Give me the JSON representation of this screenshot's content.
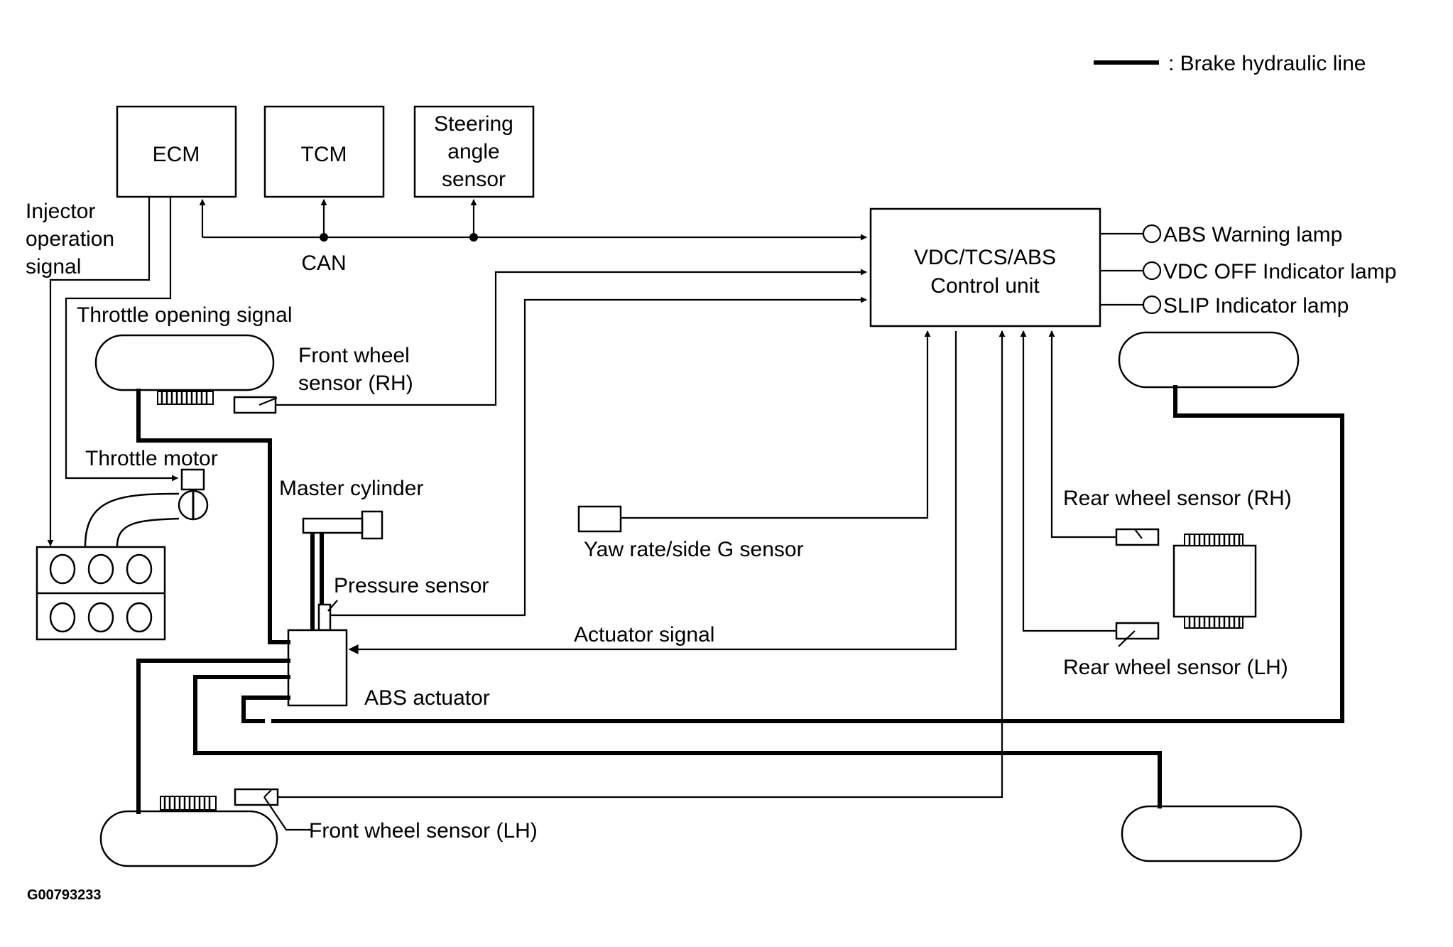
{
  "legend": {
    "brake_hydraulic_line": ": Brake hydraulic line"
  },
  "modules": {
    "ecm": "ECM",
    "tcm": "TCM",
    "steering_angle_sensor": [
      "Steering",
      "angle",
      "sensor"
    ],
    "control_unit": [
      "VDC/TCS/ABS",
      "Control unit"
    ],
    "abs_actuator": "ABS actuator"
  },
  "bus": {
    "can": "CAN"
  },
  "signals": {
    "injector_operation": [
      "Injector",
      "operation",
      "signal"
    ],
    "throttle_opening": "Throttle opening signal",
    "actuator": "Actuator signal"
  },
  "lamps": [
    "ABS Warning lamp",
    "VDC OFF Indicator lamp",
    "SLIP Indicator lamp"
  ],
  "sensors": {
    "front_wheel_rh": [
      "Front wheel",
      "sensor (RH)"
    ],
    "front_wheel_lh": "Front wheel sensor (LH)",
    "rear_wheel_rh": "Rear wheel sensor (RH)",
    "rear_wheel_lh": "Rear wheel sensor (LH)",
    "yaw_rate": "Yaw rate/side G sensor",
    "pressure": "Pressure sensor"
  },
  "components": {
    "throttle_motor": "Throttle motor",
    "master_cylinder": "Master cylinder"
  },
  "figure_id": "G00793233"
}
